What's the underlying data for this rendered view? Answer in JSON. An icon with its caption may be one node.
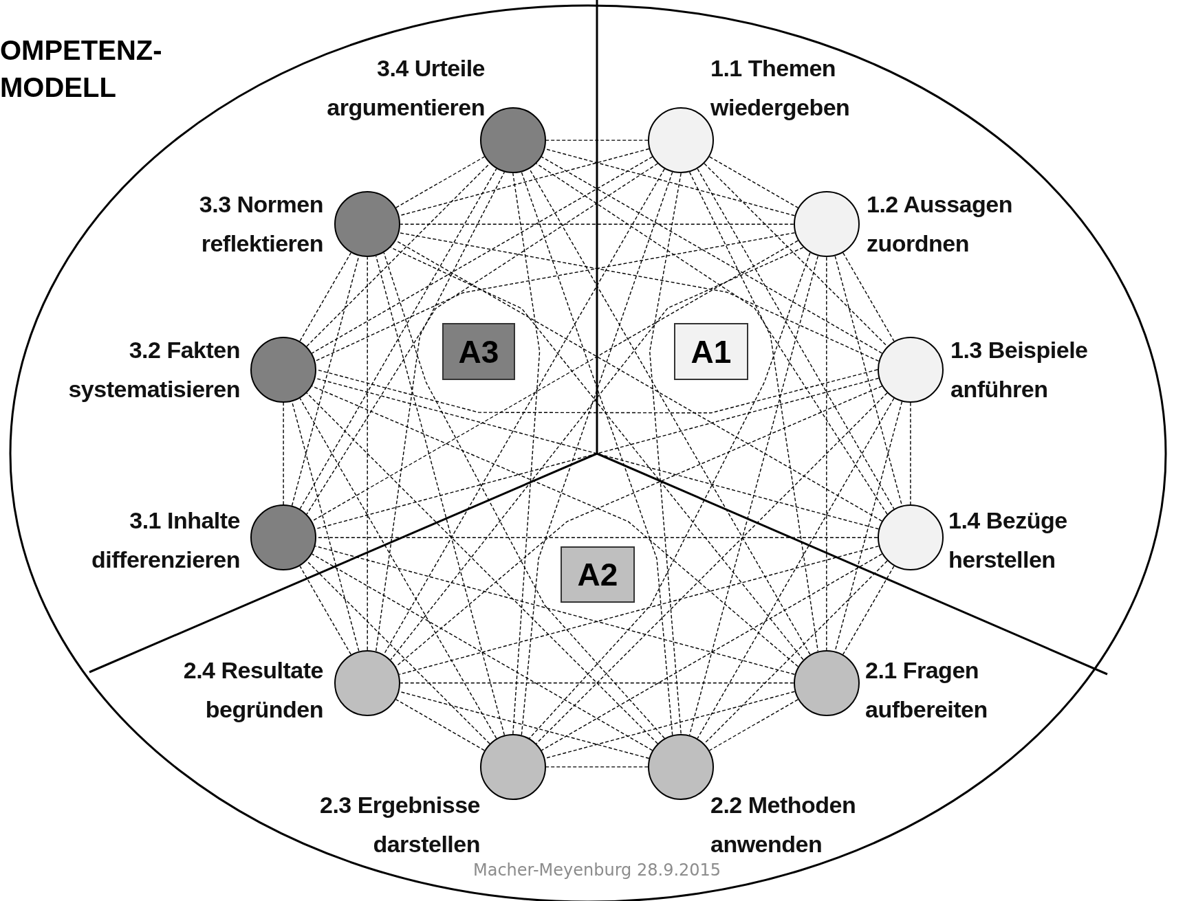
{
  "diagram": {
    "title": "OMPETENZ- MODELL",
    "nodes": [
      {
        "text": [],
        "shape": "circle",
        "beside": [
          "1.1 Themen wiedergeben"
        ]
      },
      {
        "text": [],
        "shape": "circle",
        "beside": [
          "1.2 Aussagen zuordnen"
        ]
      },
      {
        "text": [],
        "shape": "circle",
        "beside": [
          "1.3 Beispiele anführen"
        ]
      },
      {
        "text": [],
        "shape": "circle",
        "beside": [
          "1.4 Bezüge herstellen"
        ]
      },
      {
        "text": [],
        "shape": "circle",
        "beside": [
          "2.1 Fragen aufbereiten"
        ]
      },
      {
        "text": [],
        "shape": "circle",
        "beside": [
          "2.2 Methoden anwenden"
        ]
      },
      {
        "text": [],
        "shape": "circle",
        "beside": [
          "2.3 Ergebnisse darstellen"
        ]
      },
      {
        "text": [],
        "shape": "circle",
        "beside": [
          "2.4 Resultate begründen"
        ]
      },
      {
        "text": [],
        "shape": "circle",
        "beside": [
          "3.1 Inhalte differenzieren"
        ]
      },
      {
        "text": [],
        "shape": "circle",
        "beside": [
          "3.2 Fakten systematisieren"
        ]
      },
      {
        "text": [],
        "shape": "circle",
        "beside": [
          "3.3 Normen reflektieren"
        ]
      },
      {
        "text": [],
        "shape": "circle",
        "beside": [
          "3.4 Urteile argumentieren"
        ]
      },
      {
        "text": [
          "A3"
        ]
      },
      {
        "text": [
          "A1"
        ]
      },
      {
        "text": [
          "A2"
        ]
      }
    ],
    "edges": [
      {
        "from": 0,
        "to": 1,
        "arrow": "none",
        "style": "dashed"
      },
      {
        "from": 0,
        "to": 2,
        "arrow": "none",
        "style": "dashed"
      },
      {
        "from": 0,
        "to": 3,
        "arrow": "none",
        "style": "dashed"
      },
      {
        "from": 0,
        "to": 4,
        "arrow": "none",
        "style": "dashed"
      },
      {
        "from": 0,
        "to": 5,
        "arrow": "none",
        "style": "dashed"
      },
      {
        "from": 0,
        "to": 6,
        "arrow": "none",
        "style": "dashed"
      },
      {
        "from": 0,
        "to": 7,
        "arrow": "none",
        "style": "dashed"
      },
      {
        "from": 0,
        "to": 8,
        "arrow": "none",
        "style": "dashed"
      },
      {
        "from": 0,
        "to": 9,
        "arrow": "none",
        "style": "dashed"
      },
      {
        "from": 0,
        "to": 10,
        "arrow": "none",
        "style": "dashed"
      },
      {
        "from": 0,
        "to": 11,
        "arrow": "none",
        "style": "dashed"
      },
      {
        "from": 1,
        "to": 2,
        "arrow": "none",
        "style": "dashed"
      },
      {
        "from": 1,
        "to": 3,
        "arrow": "none",
        "style": "dashed"
      },
      {
        "from": 1,
        "to": 4,
        "arrow": "none",
        "style": "dashed"
      },
      {
        "from": 1,
        "to": 5,
        "arrow": "none",
        "style": "dashed"
      },
      {
        "from": 1,
        "to": 6,
        "arrow": "none",
        "style": "dashed"
      },
      {
        "from": 1,
        "to": 7,
        "arrow": "none",
        "style": "dashed"
      },
      {
        "from": 1,
        "to": 8,
        "arrow": "none",
        "style": "dashed"
      },
      {
        "from": 1,
        "to": 9,
        "arrow": "none",
        "style": "dashed"
      },
      {
        "from": 1,
        "to": 10,
        "arrow": "none",
        "style": "dashed"
      },
      {
        "from": 1,
        "to": 11,
        "arrow": "none",
        "style": "dashed"
      },
      {
        "from": 2,
        "to": 3,
        "arrow": "none",
        "style": "dashed"
      },
      {
        "from": 2,
        "to": 4,
        "arrow": "none",
        "style": "dashed"
      },
      {
        "from": 2,
        "to": 5,
        "arrow": "none",
        "style": "dashed"
      },
      {
        "from": 2,
        "to": 6,
        "arrow": "none",
        "style": "dashed"
      },
      {
        "from": 2,
        "to": 7,
        "arrow": "none",
        "style": "dashed"
      },
      {
        "from": 2,
        "to": 8,
        "arrow": "none",
        "style": "dashed"
      },
      {
        "from": 2,
        "to": 9,
        "arrow": "none",
        "style": "dashed"
      },
      {
        "from": 2,
        "to": 10,
        "arrow": "none",
        "style": "dashed"
      },
      {
        "from": 2,
        "to": 11,
        "arrow": "none",
        "style": "dashed"
      },
      {
        "from": 3,
        "to": 4,
        "arrow": "none",
        "style": "dashed"
      },
      {
        "from": 3,
        "to": 5,
        "arrow": "none",
        "style": "dashed"
      },
      {
        "from": 3,
        "to": 6,
        "arrow": "none",
        "style": "dashed"
      },
      {
        "from": 3,
        "to": 7,
        "arrow": "none",
        "style": "dashed"
      },
      {
        "from": 3,
        "to": 8,
        "arrow": "none",
        "style": "dashed"
      },
      {
        "from": 3,
        "to": 9,
        "arrow": "none",
        "style": "dashed"
      },
      {
        "from": 3,
        "to": 10,
        "arrow": "none",
        "style": "dashed"
      },
      {
        "from": 3,
        "to": 11,
        "arrow": "none",
        "style": "dashed"
      },
      {
        "from": 4,
        "to": 5,
        "arrow": "none",
        "style": "dashed"
      },
      {
        "from": 4,
        "to": 6,
        "arrow": "none",
        "style": "dashed"
      },
      {
        "from": 4,
        "to": 7,
        "arrow": "none",
        "style": "dashed"
      },
      {
        "from": 4,
        "to": 8,
        "arrow": "none",
        "style": "dashed"
      },
      {
        "from": 4,
        "to": 9,
        "arrow": "none",
        "style": "dashed"
      },
      {
        "from": 4,
        "to": 10,
        "arrow": "none",
        "style": "dashed"
      },
      {
        "from": 4,
        "to": 11,
        "arrow": "none",
        "style": "dashed"
      },
      {
        "from": 5,
        "to": 6,
        "arrow": "none",
        "style": "dashed"
      },
      {
        "from": 5,
        "to": 7,
        "arrow": "none",
        "style": "dashed"
      },
      {
        "from": 5,
        "to": 8,
        "arrow": "none",
        "style": "dashed"
      },
      {
        "from": 5,
        "to": 9,
        "arrow": "none",
        "style": "dashed"
      },
      {
        "from": 5,
        "to": 10,
        "arrow": "none",
        "style": "dashed"
      },
      {
        "from": 5,
        "to": 11,
        "arrow": "none",
        "style": "dashed"
      },
      {
        "from": 6,
        "to": 7,
        "arrow": "none",
        "style": "dashed"
      },
      {
        "from": 6,
        "to": 8,
        "arrow": "none",
        "style": "dashed"
      },
      {
        "from": 6,
        "to": 9,
        "arrow": "none",
        "style": "dashed"
      },
      {
        "from": 6,
        "to": 10,
        "arrow": "none",
        "style": "dashed"
      },
      {
        "from": 6,
        "to": 11,
        "arrow": "none",
        "style": "dashed"
      },
      {
        "from": 7,
        "to": 8,
        "arrow": "none",
        "style": "dashed"
      },
      {
        "from": 7,
        "to": 9,
        "arrow": "none",
        "style": "dashed"
      },
      {
        "from": 7,
        "to": 10,
        "arrow": "none",
        "style": "dashed"
      },
      {
        "from": 7,
        "to": 11,
        "arrow": "none",
        "style": "dashed"
      },
      {
        "from": 8,
        "to": 9,
        "arrow": "none",
        "style": "dashed"
      },
      {
        "from": 8,
        "to": 10,
        "arrow": "none",
        "style": "dashed"
      },
      {
        "from": 8,
        "to": 11,
        "arrow": "none",
        "style": "dashed"
      },
      {
        "from": 9,
        "to": 10,
        "arrow": "none",
        "style": "dashed"
      },
      {
        "from": 9,
        "to": 11,
        "arrow": "none",
        "style": "dashed"
      },
      {
        "from": 10,
        "to": 11,
        "arrow": "none",
        "style": "dashed"
      }
    ],
    "labels": [
      "Macher-Meyenburg 28.9.2015"
    ]
  }
}
